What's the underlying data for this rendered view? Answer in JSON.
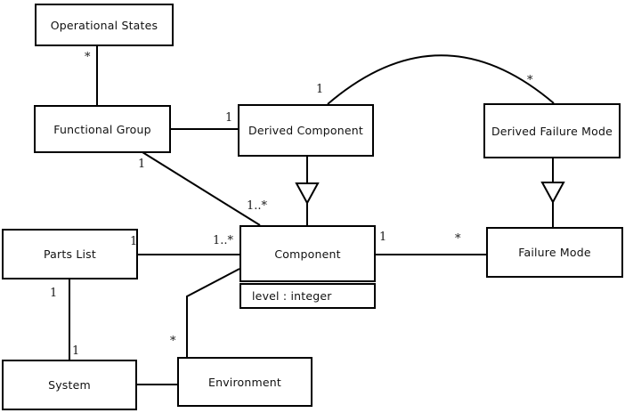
{
  "diagram": {
    "kind": "uml-class-diagram",
    "background_color": "#ffffff",
    "line_color": "#000000",
    "box_fill_color": "#ffffff",
    "box_border_color": "#000000",
    "text_color": "#111111",
    "nodes": {
      "operational_states": {
        "label": "Operational States"
      },
      "functional_group": {
        "label": "Functional Group"
      },
      "derived_component": {
        "label": "Derived Component"
      },
      "derived_failure_mode": {
        "label": "Derived Failure Mode"
      },
      "parts_list": {
        "label": "Parts List"
      },
      "component": {
        "label": "Component",
        "attribute": "level : integer"
      },
      "failure_mode": {
        "label": "Failure Mode"
      },
      "system": {
        "label": "System"
      },
      "environment": {
        "label": "Environment"
      }
    },
    "mult": {
      "os_star": "*",
      "dc_one": "1",
      "fg_one": "1",
      "fg_comp_many": "1..*",
      "arc_one": "1",
      "arc_star": "*",
      "pl_one_right": "1",
      "pl_comp_many": "1..*",
      "pl_one_below": "1",
      "sys_one": "1",
      "env_star": "*",
      "comp_one": "1",
      "fm_star": "*"
    },
    "edges": [
      {
        "type": "association",
        "from": "Functional Group",
        "to": "Operational States",
        "to_multiplicity": "*"
      },
      {
        "type": "association",
        "from": "Functional Group",
        "to": "Derived Component",
        "to_multiplicity": "1"
      },
      {
        "type": "association",
        "from": "Functional Group",
        "to": "Component",
        "from_multiplicity": "1",
        "to_multiplicity": "1..*"
      },
      {
        "type": "generalization",
        "child": "Derived Component",
        "parent": "Component"
      },
      {
        "type": "association",
        "shape": "arc",
        "from": "Derived Component",
        "to": "Derived Failure Mode",
        "from_multiplicity": "1",
        "to_multiplicity": "*"
      },
      {
        "type": "generalization",
        "child": "Derived Failure Mode",
        "parent": "Failure Mode"
      },
      {
        "type": "association",
        "from": "Parts List",
        "to": "Component",
        "from_multiplicity": "1",
        "to_multiplicity": "1..*"
      },
      {
        "type": "association",
        "from": "Parts List",
        "to": "System",
        "from_multiplicity": "1",
        "to_multiplicity": "1"
      },
      {
        "type": "association",
        "from": "System",
        "to": "Environment"
      },
      {
        "type": "association",
        "from": "Environment",
        "to": "Component",
        "from_multiplicity": "*"
      },
      {
        "type": "association",
        "from": "Component",
        "to": "Failure Mode",
        "from_multiplicity": "1",
        "to_multiplicity": "*"
      }
    ]
  }
}
